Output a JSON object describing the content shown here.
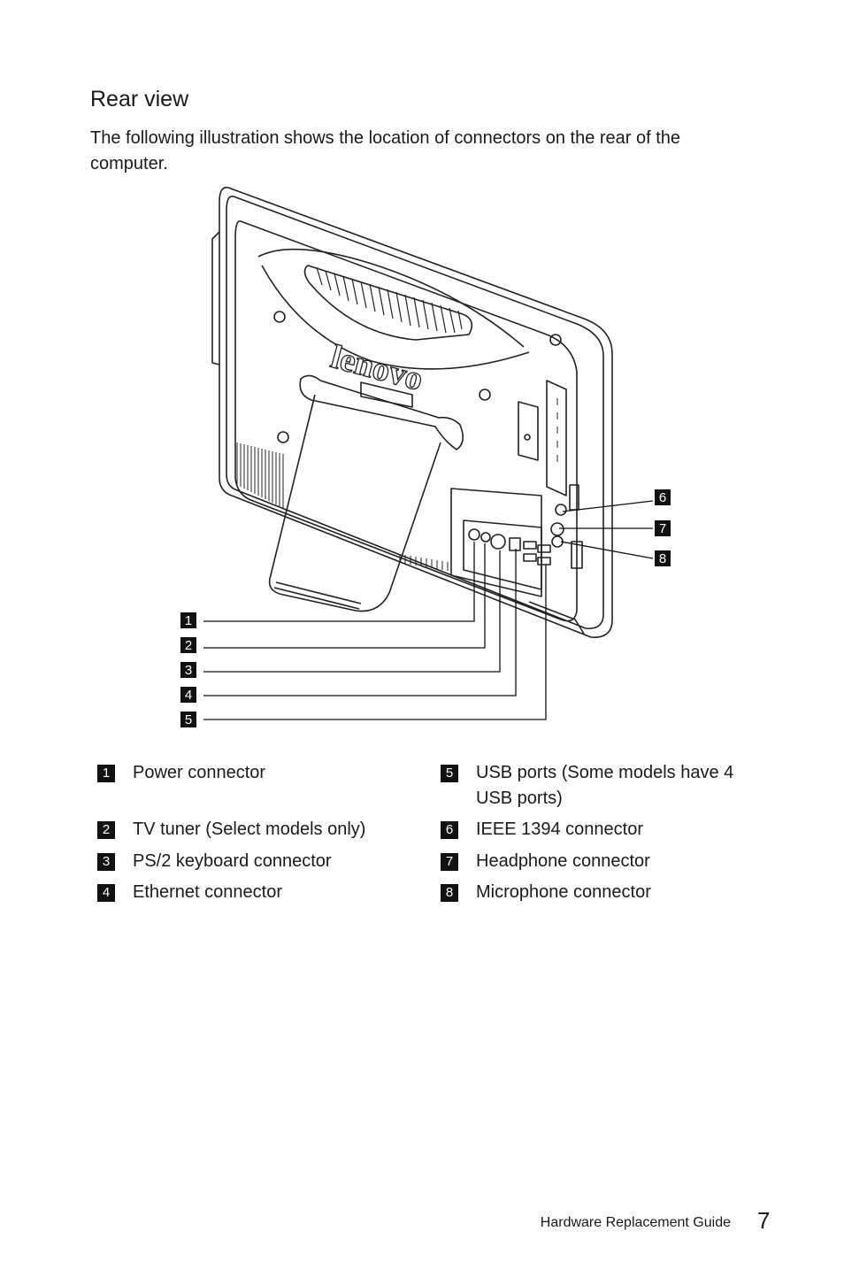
{
  "section": {
    "title": "Rear view",
    "intro": "The following illustration shows the location of connectors on the rear of the computer."
  },
  "figure": {
    "logo_text": "lenovo",
    "callouts": [
      "1",
      "2",
      "3",
      "4",
      "5",
      "6",
      "7",
      "8"
    ]
  },
  "legend": [
    {
      "num": "1",
      "text": "Power connector"
    },
    {
      "num": "2",
      "text": "TV tuner (Select models only)"
    },
    {
      "num": "3",
      "text": "PS/2 keyboard connector"
    },
    {
      "num": "4",
      "text": "Ethernet connector"
    },
    {
      "num": "5",
      "text": "USB ports (Some models have 4 USB ports)"
    },
    {
      "num": "6",
      "text": "IEEE 1394 connector"
    },
    {
      "num": "7",
      "text": "Headphone connector"
    },
    {
      "num": "8",
      "text": "Microphone connector"
    }
  ],
  "footer": {
    "guide": "Hardware Replacement Guide",
    "page": "7"
  }
}
